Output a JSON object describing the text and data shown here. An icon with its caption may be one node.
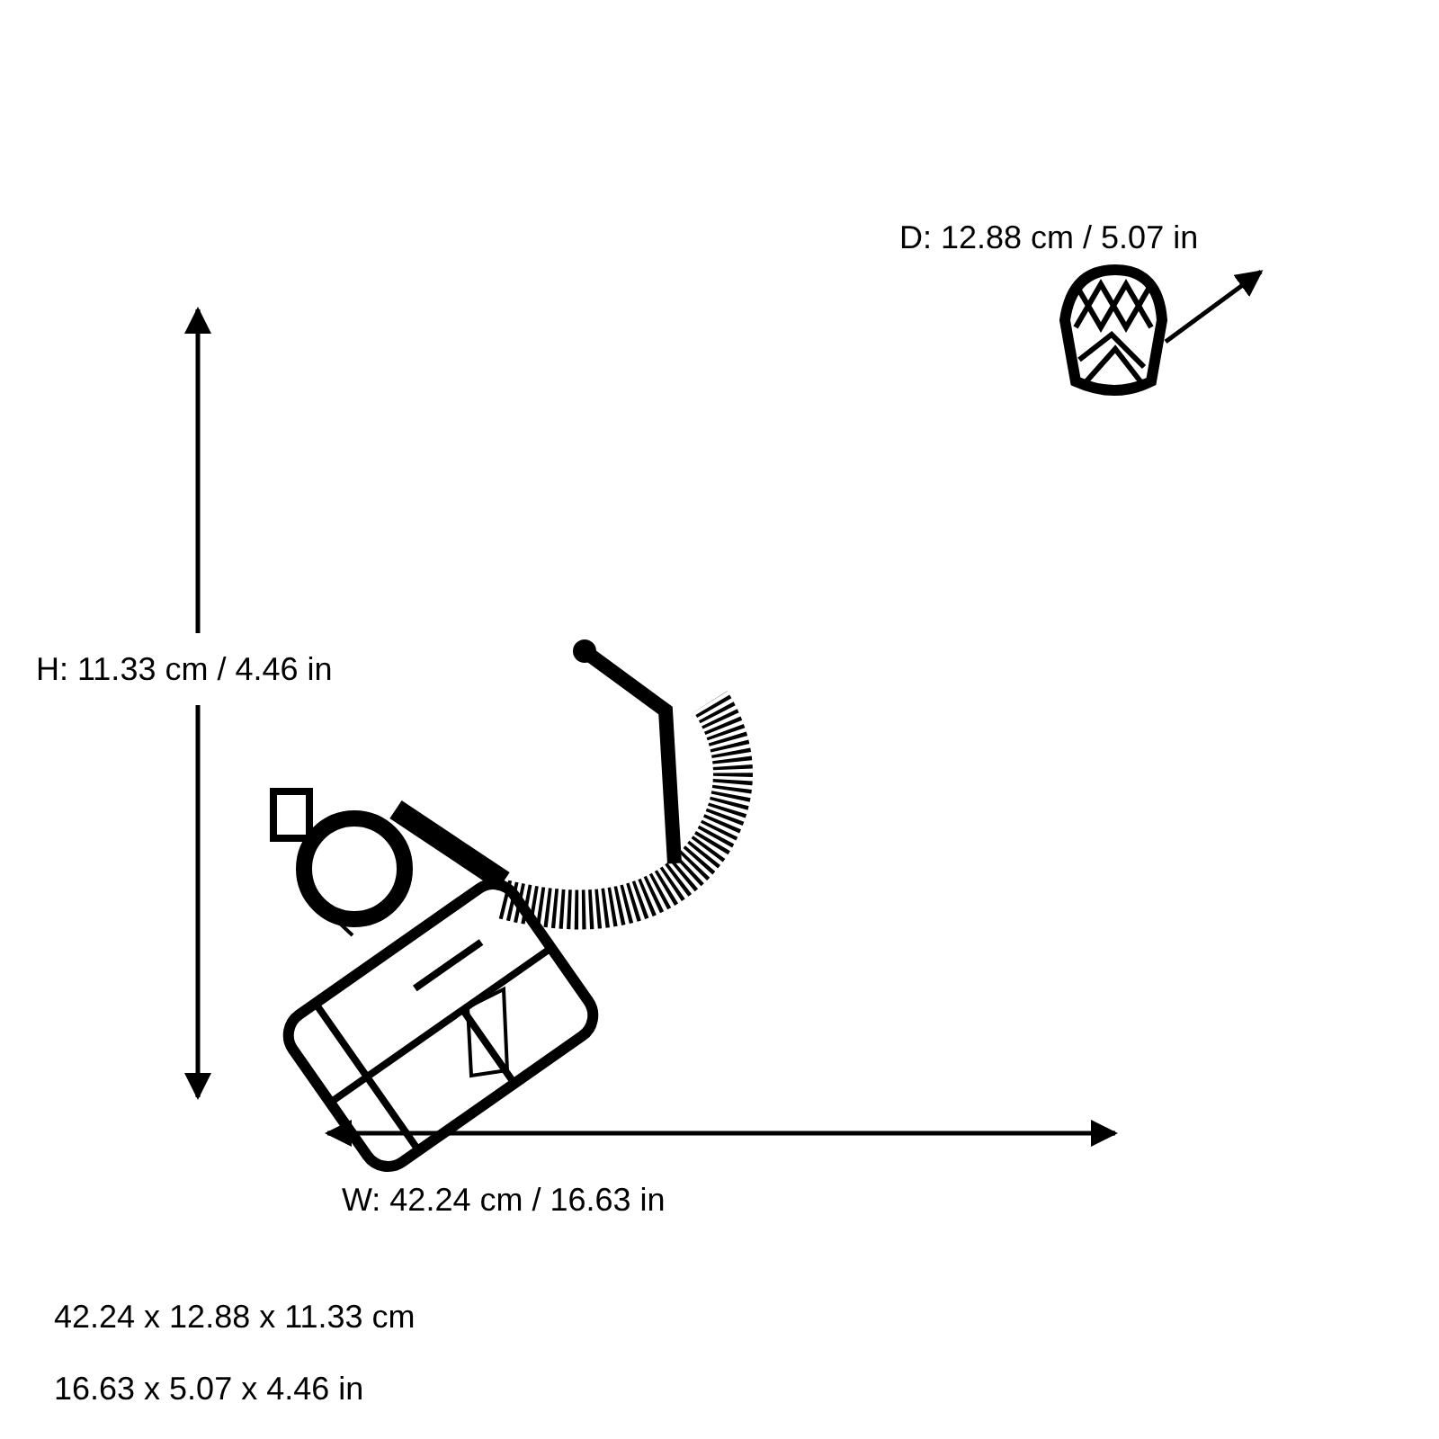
{
  "diagram": {
    "labels": [
      "D: 12.88 cm / 5.07 in",
      "H: 11.33 cm / 4.46 in",
      "W: 42.24 cm / 16.63 in",
      "42.24 x 12.88 x 11.33 cm",
      "16.63 x 5.07 x 4.46 in"
    ]
  }
}
